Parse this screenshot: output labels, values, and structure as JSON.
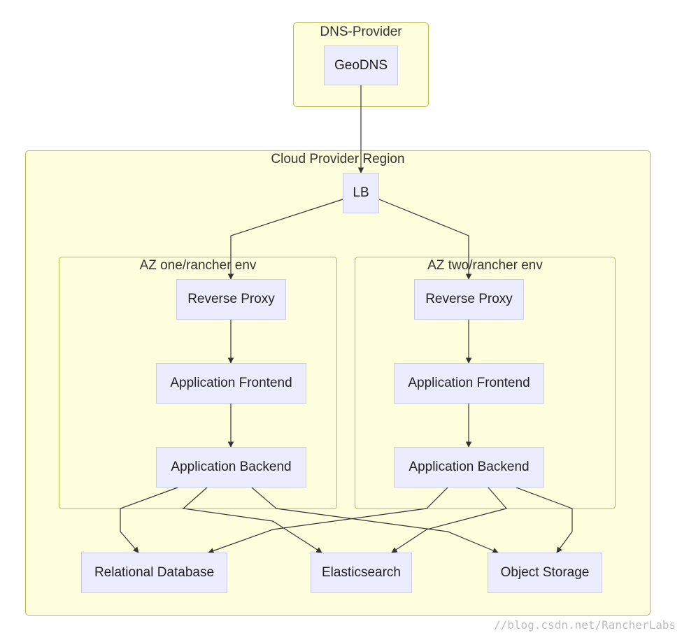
{
  "clusters": {
    "dns_provider": {
      "title": "DNS-Provider"
    },
    "cloud_region": {
      "title": "Cloud Provider Region"
    },
    "az_one": {
      "title": "AZ one/rancher env"
    },
    "az_two": {
      "title": "AZ two/rancher env"
    }
  },
  "nodes": {
    "geodns": "GeoDNS",
    "lb": "LB",
    "reverse_proxy_1": "Reverse Proxy",
    "app_frontend_1": "Application Frontend",
    "app_backend_1": "Application Backend",
    "reverse_proxy_2": "Reverse Proxy",
    "app_frontend_2": "Application Frontend",
    "app_backend_2": "Application Backend",
    "relational_db": "Relational Database",
    "elasticsearch": "Elasticsearch",
    "object_storage": "Object Storage"
  },
  "edges": [
    [
      "geodns",
      "lb"
    ],
    [
      "lb",
      "reverse_proxy_1"
    ],
    [
      "lb",
      "reverse_proxy_2"
    ],
    [
      "reverse_proxy_1",
      "app_frontend_1"
    ],
    [
      "app_frontend_1",
      "app_backend_1"
    ],
    [
      "reverse_proxy_2",
      "app_frontend_2"
    ],
    [
      "app_frontend_2",
      "app_backend_2"
    ],
    [
      "app_backend_1",
      "relational_db"
    ],
    [
      "app_backend_1",
      "elasticsearch"
    ],
    [
      "app_backend_1",
      "object_storage"
    ],
    [
      "app_backend_2",
      "relational_db"
    ],
    [
      "app_backend_2",
      "elasticsearch"
    ],
    [
      "app_backend_2",
      "object_storage"
    ]
  ],
  "watermark": "//blog.csdn.net/RancherLabs",
  "colors": {
    "cluster_fill": "#ffffde",
    "cluster_border": "#b8b84a",
    "node_fill": "#ececff",
    "node_border": "#c9c9ee",
    "edge": "#333333"
  }
}
